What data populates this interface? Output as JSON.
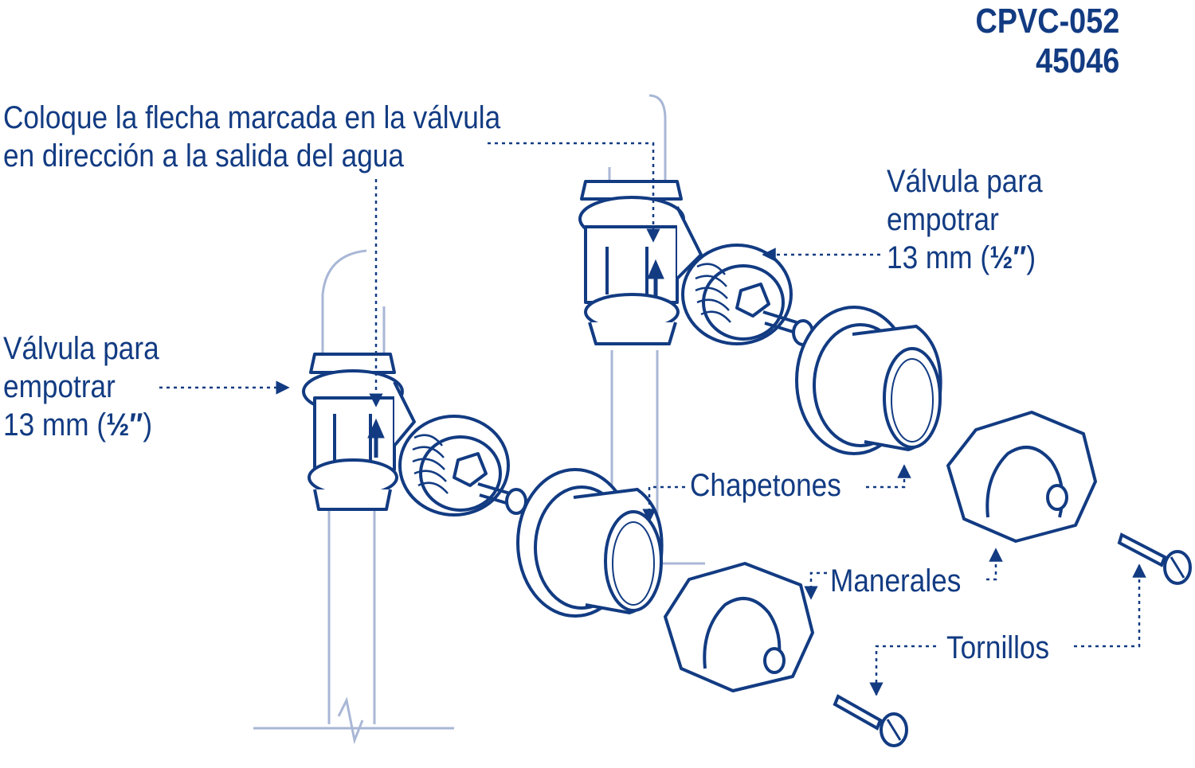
{
  "product_codes": {
    "line1": "CPVC-052",
    "line2": "45046"
  },
  "instruction": {
    "line1": "Coloque la flecha marcada en la válvula",
    "line2": "en dirección a la salida del agua"
  },
  "valve_right": {
    "line1": "Válvula para",
    "line2": "empotrar",
    "size_mm": "13 mm (",
    "size_fraction": "½″",
    "size_close": ")"
  },
  "valve_left": {
    "line1": "Válvula para",
    "line2": "empotrar",
    "size_mm": "13 mm (",
    "size_fraction": "½″",
    "size_close": ")"
  },
  "parts": {
    "chapetones": "Chapetones",
    "manerales": "Manerales",
    "tornillos": "Tornillos"
  },
  "colors": {
    "ink": "#123b82",
    "pipe": "#a9b7d6",
    "background": "#ffffff"
  }
}
